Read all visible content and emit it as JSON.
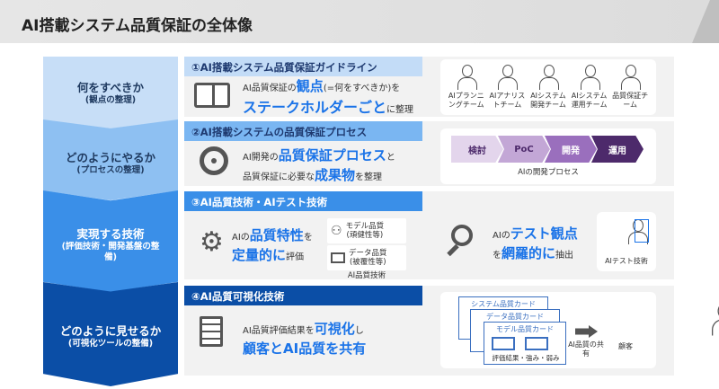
{
  "title": "AI搭載システム品質保証の全体像",
  "stages": [
    {
      "main": "何をすべきか",
      "sub": "(観点の整理)"
    },
    {
      "main": "どのようにやるか",
      "sub": "(プロセスの整理)"
    },
    {
      "main": "実現する技術",
      "sub": "(評価技術・開発基盤の整備)"
    },
    {
      "main": "どのように見せるか",
      "sub": "(可視化ツールの整備)"
    }
  ],
  "row1": {
    "header": "①AI搭載システム品質保証ガイドライン",
    "t1": "AI品質保証の",
    "b1": "観点",
    "t2": "(=何をすべきか)を",
    "b2": "ステークホルダーごと",
    "t3": "に整理",
    "teams": [
      "AIプランニングチーム",
      "AIアナリストチーム",
      "AIシステム開発チーム",
      "AIシステム運用チーム",
      "品質保証チーム"
    ]
  },
  "row2": {
    "header": "②AI搭載システムの品質保証プロセス",
    "t1": "AI開発の",
    "b1": "品質保証プロセス",
    "t2": "と",
    "t3": "品質保証に必要な",
    "b2": "成果物",
    "t4": "を整理",
    "steps": [
      "検討",
      "PoC",
      "開発",
      "運用"
    ],
    "step_colors": [
      "#e3d5ec",
      "#c3a7d6",
      "#9a6fbd",
      "#4d2a6b"
    ],
    "caption": "AIの開発プロセス"
  },
  "row3": {
    "header": "③AI品質技術・AIテスト技術",
    "t1": "AIの",
    "b1": "品質特性",
    "t2": "を",
    "b2": "定量的に",
    "t3": "評価",
    "tech": [
      {
        "name": "モデル品質",
        "note": "(頑健性等)"
      },
      {
        "name": "データ品質",
        "note": "(被覆性等)"
      }
    ],
    "tech_caption": "AI品質技術",
    "r_t1": "AIの",
    "r_b1": "テスト観点",
    "r_t2": "を",
    "r_b2": "網羅的に",
    "r_t3": "抽出",
    "test_caption": "AIテスト技術"
  },
  "row4": {
    "header": "④AI品質可視化技術",
    "t1": "AI品質評価結果を",
    "b1": "可視化",
    "t2": "し",
    "b2": "顧客とAI品質を共有",
    "cards": [
      "システム品質カード",
      "データ品質カード",
      "モデル品質カード"
    ],
    "card_caption": "評価結果・強み・弱み",
    "share": "AI品質の共有",
    "customer": "顧客"
  }
}
